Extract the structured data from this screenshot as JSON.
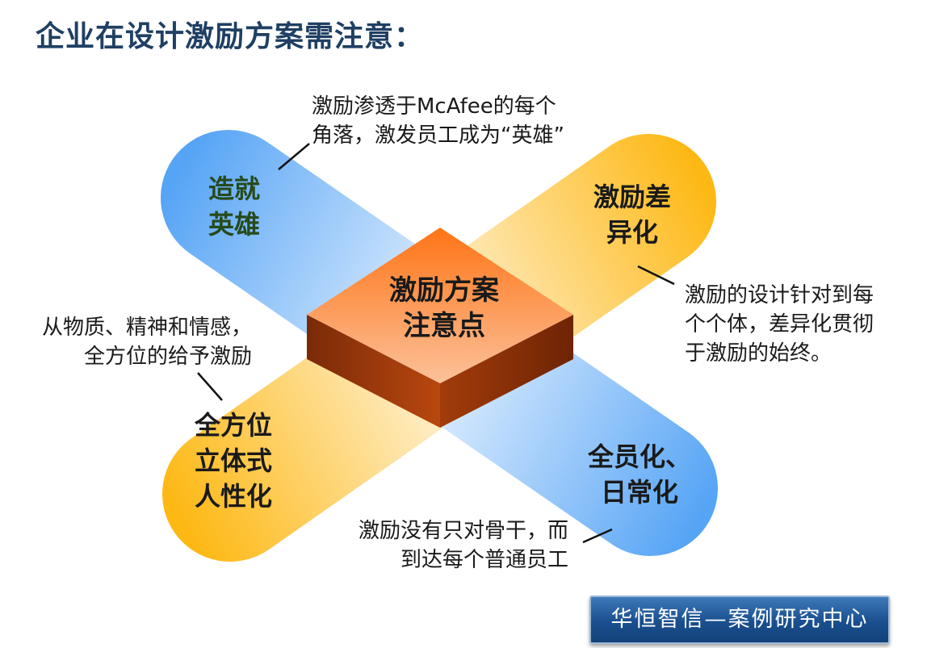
{
  "title": "企业在设计激励方案需注意：",
  "center": {
    "line1": "激励方案",
    "line2": "注意点"
  },
  "quadrants": {
    "hero": {
      "line1": "造就",
      "line2": "英雄"
    },
    "diff": {
      "line1": "激励差",
      "line2": "异化"
    },
    "all": {
      "line1": "全方位",
      "line2": "立体式",
      "line3": "人性化"
    },
    "staff": {
      "line1": "全员化、",
      "line2": "日常化"
    }
  },
  "notes": {
    "hero": {
      "line1": "激励渗透于McAfee的每个",
      "line2": "角落，激发员工成为“英雄”"
    },
    "diff": {
      "line1": "激励的设计针对到每",
      "line2": "个个体，差异化贯彻",
      "line3": "于激励的始终。"
    },
    "all": {
      "line1": "从物质、精神和情感，",
      "line2": "全方位的给予激励"
    },
    "staff": {
      "line1": "激励没有只对骨干，而",
      "line2": "到达每个普通员工"
    }
  },
  "badge": {
    "text": "华恒智信—案例研究中心"
  },
  "colors": {
    "blue": "#5aa6f5",
    "yellow": "#fdbd20",
    "orange": "#f47a30",
    "title": "#1f3f63"
  }
}
